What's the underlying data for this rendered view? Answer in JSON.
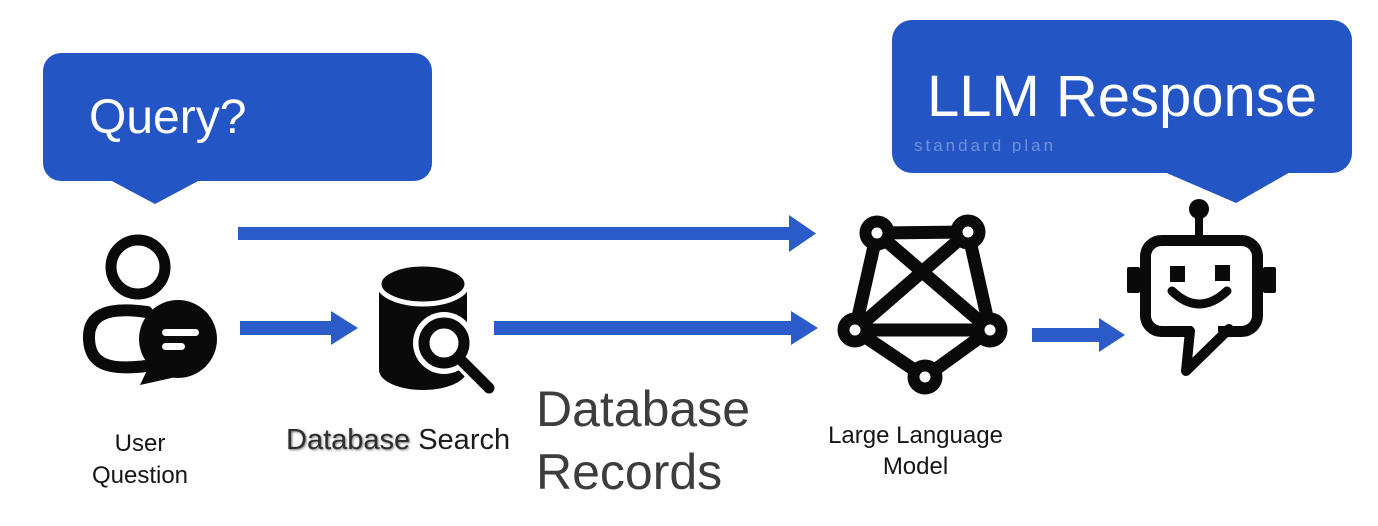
{
  "diagram": {
    "bubbles": {
      "query": "Query?",
      "response": "LLM Response",
      "response_faint": "standard plan"
    },
    "labels": {
      "user_line1": "User",
      "user_line2": "Question",
      "database_word1": "Database",
      "database_word2": " Search",
      "records_line1": "Database",
      "records_line2": "Records",
      "llm_line1": "Large Language",
      "llm_line2": "Model"
    },
    "icons": {
      "user": "user-chat-icon",
      "database": "database-search-icon",
      "model": "neural-network-icon",
      "assistant": "robot-chat-icon"
    },
    "flow": {
      "arrow1": "query-to-llm",
      "arrow2": "user-to-database",
      "arrow3": "database-records-to-llm",
      "arrow4": "llm-to-robot"
    },
    "colors": {
      "bubble_blue": "#2355C4",
      "arrow_blue": "#2B5BC9",
      "icon_black": "#0A0A0A",
      "records_gray": "#3D3D3D"
    }
  }
}
